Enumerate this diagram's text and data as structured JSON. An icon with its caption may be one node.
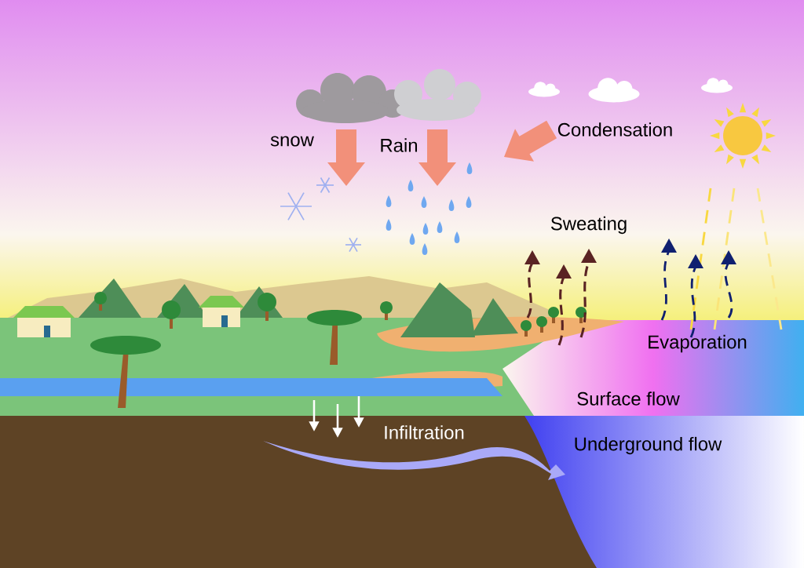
{
  "diagram": {
    "labels": [
      "Condensation",
      "snow",
      "Rain",
      "Sweating",
      "Evaporation",
      "Surface flow",
      "Infiltration",
      "Underground flow"
    ]
  }
}
